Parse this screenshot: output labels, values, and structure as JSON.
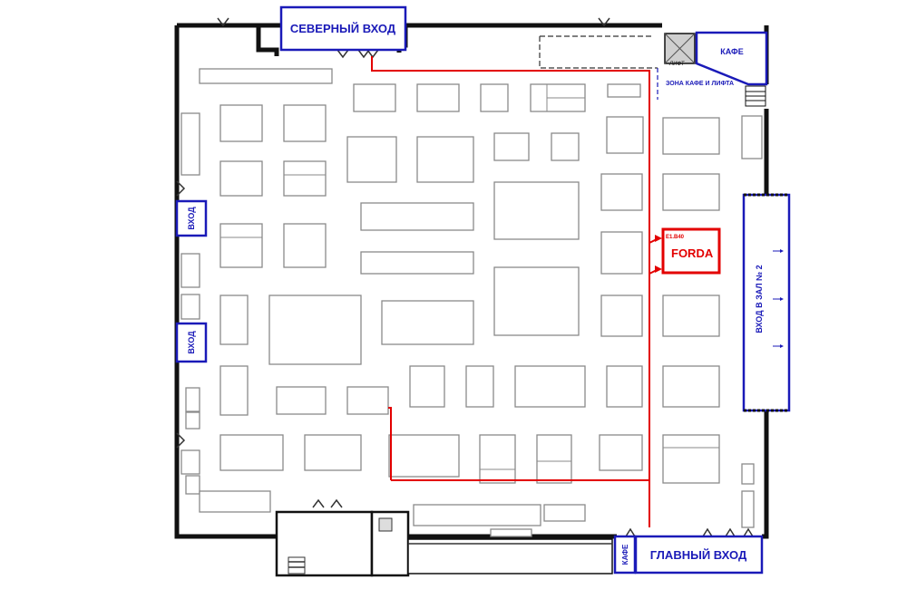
{
  "labels": {
    "north_entrance": "СЕВЕРНЫЙ ВХОД",
    "main_entrance": "ГЛАВНЫЙ ВХОД",
    "cafe_top": "КАФЕ",
    "cafe_bottom": "КАФЕ",
    "cafe_lift_zone": "ЗОНА КАФЕ И ЛИФТА",
    "lift": "ЛИФТ",
    "entrance_left_1": "ВХОД",
    "entrance_left_2": "ВХОД",
    "hall2_entrance": "ВХОД В ЗАЛ № 2",
    "booth_name": "FORDA",
    "booth_number": "E1.B40"
  },
  "colors": {
    "route": "#e30000",
    "entrance_blue": "#1a1ab8",
    "booth_outline": "#8a8a8a",
    "walls": "#111111"
  }
}
